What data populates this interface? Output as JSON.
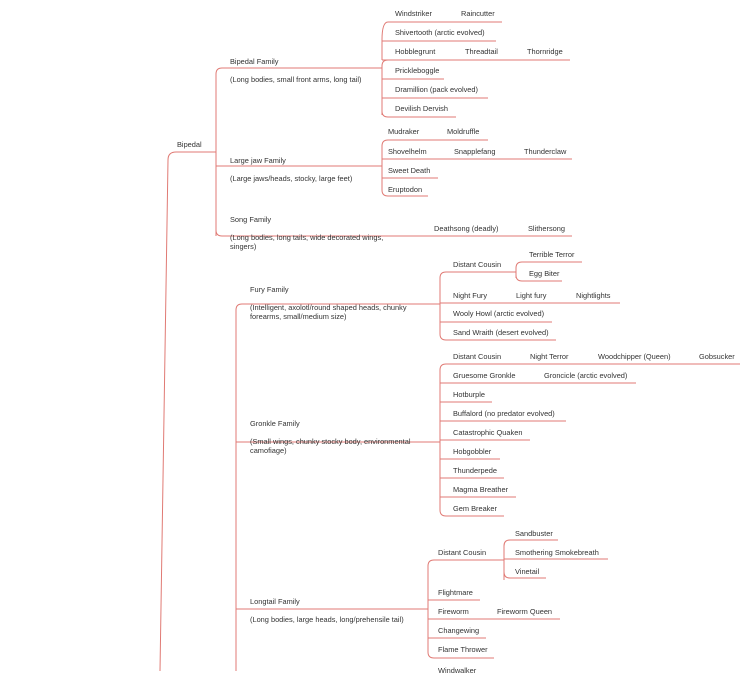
{
  "theme": {
    "line_color": "#e07a74",
    "background": "#ffffff",
    "text_color": "#333333"
  },
  "root": {
    "label": "Bipedal"
  },
  "families": [
    {
      "name": "Bipedal Family",
      "desc": "(Long bodies, small front arms, long tail)",
      "rows": [
        [
          "Windstriker",
          "Raincutter"
        ],
        [
          "Shivertooth (arctic evolved)"
        ],
        [
          "Hobblegrunt",
          "Threadtail",
          "Thornridge"
        ],
        [
          "Prickleboggle"
        ],
        [
          "Dramillion (pack evolved)"
        ],
        [
          "Devilish Dervish"
        ]
      ]
    },
    {
      "name": "Large jaw Family",
      "desc": "(Large jaws/heads, stocky, large feet)",
      "rows": [
        [
          "Mudraker",
          "Moldruffle"
        ],
        [
          "Shovelhelm",
          "Snapplefang",
          "Thunderclaw"
        ],
        [
          "Sweet Death"
        ],
        [
          "Eruptodon"
        ]
      ]
    },
    {
      "name": "Song Family",
      "desc": "(Long bodies, long tails, wide decorated wings,\nsingers)",
      "rows": [
        [
          "Deathsong (deadly)",
          "Slithersong"
        ]
      ]
    },
    {
      "name": "Fury Family",
      "desc": "(Intelligent, axolotl/round shaped heads, chunky\nforearms, small/medium size)",
      "distant_cousin": {
        "label": "Distant Cousin",
        "children": [
          "Terrible Terror",
          "Egg Biter"
        ]
      },
      "rows": [
        [
          "Night Fury",
          "Light fury",
          "Nightlights"
        ],
        [
          "Wooly Howl (arctic evolved)"
        ],
        [
          "Sand Wraith (desert evolved)"
        ]
      ]
    },
    {
      "name": "Gronkle Family",
      "desc": "(Small wings, chunky stocky body, environmental\ncamofiage)",
      "rows": [
        [
          "Distant Cousin",
          "Night Terror",
          "Woodchipper (Queen)",
          "Gobsucker"
        ],
        [
          "Gruesome Gronkle",
          "Groncicle (arctic evolved)"
        ],
        [
          "Hotburple"
        ],
        [
          "Buffalord (no predator evolved)"
        ],
        [
          "Catastrophic Quaken"
        ],
        [
          "Hobgobbler"
        ],
        [
          "Thunderpede"
        ],
        [
          "Magma Breather"
        ],
        [
          "Gem Breaker"
        ]
      ]
    },
    {
      "name": "Longtail Family",
      "desc": "(Long bodies, large heads, long/prehensile tail)",
      "distant_cousin": {
        "label": "Distant Cousin",
        "children": [
          "Sandbuster",
          "Smothering Smokebreath",
          "Vinetail"
        ]
      },
      "rows": [
        [
          "Flightmare"
        ],
        [
          "Fireworm",
          "Fireworm Queen"
        ],
        [
          "Changewing"
        ],
        [
          "Flame Thrower"
        ]
      ],
      "cut_off_label": "Windwalker"
    }
  ]
}
